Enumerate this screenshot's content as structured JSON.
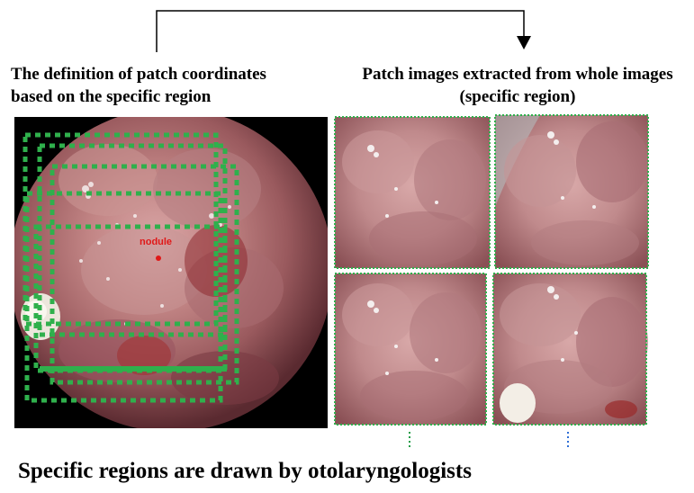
{
  "headings": {
    "left_line1": "The definition of patch coordinates",
    "left_line2": "based on the specific region",
    "right_line1": "Patch images extracted from whole images",
    "right_line2": "(specific region)"
  },
  "main_image": {
    "nodule_label": "nodule"
  },
  "footer": "Specific regions are drawn by otolaryngologists",
  "colors": {
    "box_green": "#2fb04c",
    "dot_green": "#1f9d47",
    "dot_blue": "#2f6fd6",
    "nodule_red": "#e01818",
    "tissue": "#b06a6a",
    "background": "#000000"
  }
}
